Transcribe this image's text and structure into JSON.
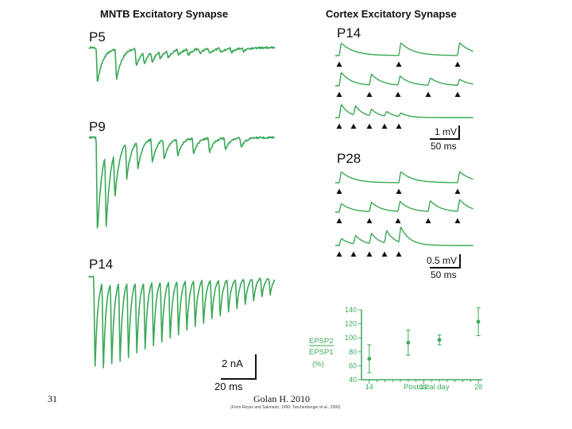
{
  "left_panel": {
    "title": "MNTB Excitatory Synapse",
    "rows": [
      {
        "age": "P5"
      },
      {
        "age": "P9"
      },
      {
        "age": "P14"
      }
    ],
    "scale_y": "2 nA",
    "scale_x": "20 ms"
  },
  "right_panel": {
    "title": "Cortex Excitatory Synapse",
    "groups": [
      {
        "age": "P14",
        "scale_y": "1 mV",
        "scale_x": "50 ms"
      },
      {
        "age": "P28",
        "scale_y": "0.5 mV",
        "scale_x": "50 ms"
      }
    ]
  },
  "inset_chart": {
    "ylabel_lines": [
      "EPSP2",
      "EPSP1",
      "(%)"
    ],
    "xlabel": "Postnatal day",
    "color": "#3aaa5a"
  },
  "chart_data": {
    "type": "scatter",
    "xlabel": "Postnatal day",
    "ylabel": "EPSP2 / EPSP1 (%)",
    "x": [
      14,
      19,
      23,
      28
    ],
    "xticks": [
      14,
      21,
      28
    ],
    "yticks": [
      40,
      60,
      80,
      100,
      120,
      140
    ],
    "ylim": [
      40,
      140
    ],
    "y": [
      70,
      93,
      97,
      123
    ],
    "yerr": [
      20,
      18,
      7,
      20
    ]
  },
  "footer": {
    "slide_number": "31",
    "citation": "Golan H. 2010",
    "source": "(From Reyes and Sakmann, 1999; Taschenberger et al., 2000)"
  }
}
